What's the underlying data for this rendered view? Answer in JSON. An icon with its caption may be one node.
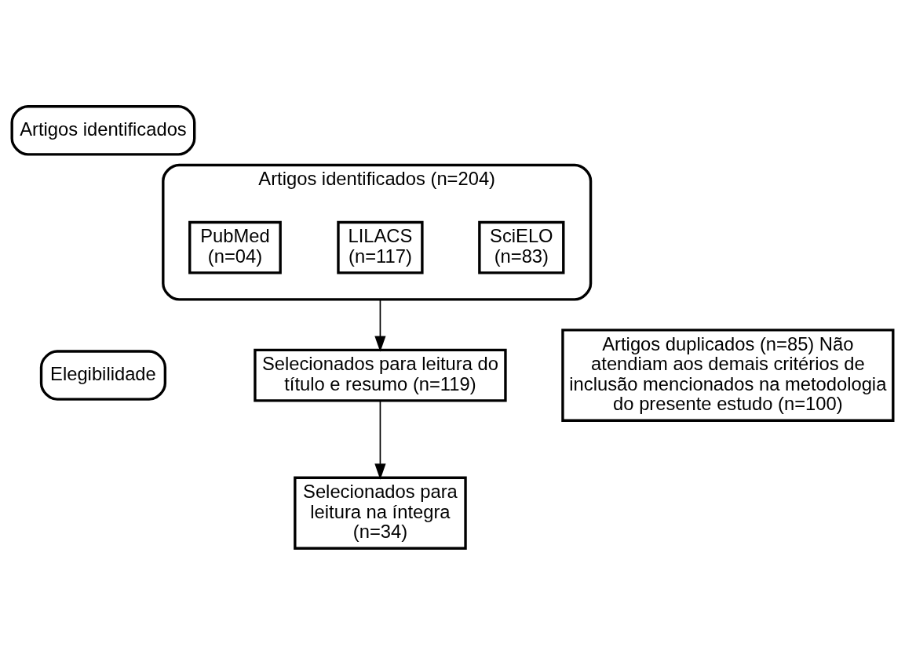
{
  "diagram": {
    "nodes": [
      {
        "text": [
          "Artigos identificados"
        ]
      },
      {
        "text": [
          "Artigos identificados (n=204)"
        ]
      },
      {
        "text": [
          "SciELO (n=83)"
        ],
        "in": 1
      },
      {
        "text": [
          "LILACS (n=117)"
        ],
        "in": 1
      },
      {
        "text": [
          "PubMed (n=04)"
        ],
        "in": 1
      },
      {
        "text": [
          "Elegibilidade"
        ]
      },
      {
        "text": [
          "Selecionados para leitura do título e resumo (n=119)"
        ]
      },
      {
        "text": [
          "Selecionados para leitura na íntegra (n=34)"
        ]
      },
      {
        "text": [
          "Artigos duplicados (n=85) Não atendiam aos demais critérios de inclusão mencionados na metodologia do presente estudo (n=100)"
        ]
      }
    ],
    "edges": [
      {
        "from": 1,
        "to": 6,
        "arrow": "to"
      },
      {
        "from": 6,
        "to": 7,
        "arrow": "to"
      }
    ]
  }
}
